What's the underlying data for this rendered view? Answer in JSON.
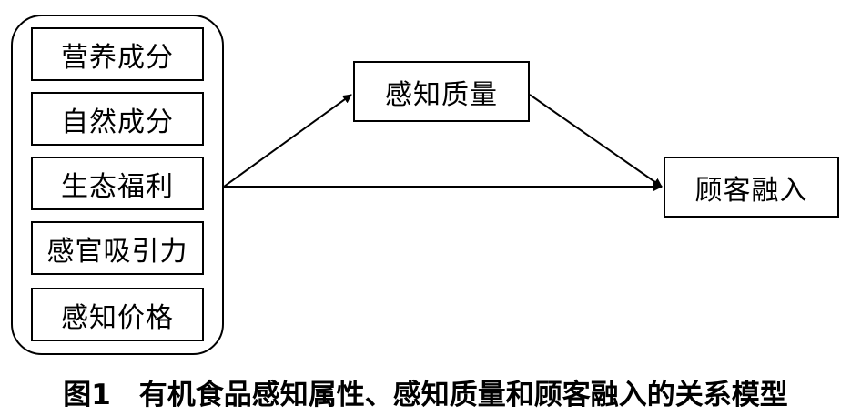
{
  "diagram": {
    "attributes": [
      "营养成分",
      "自然成分",
      "生态福利",
      "感官吸引力",
      "感知价格"
    ],
    "mediator": "感知质量",
    "outcome": "顾客融入",
    "caption": "图1　有机食品感知属性、感知质量和顾客融入的关系模型"
  }
}
